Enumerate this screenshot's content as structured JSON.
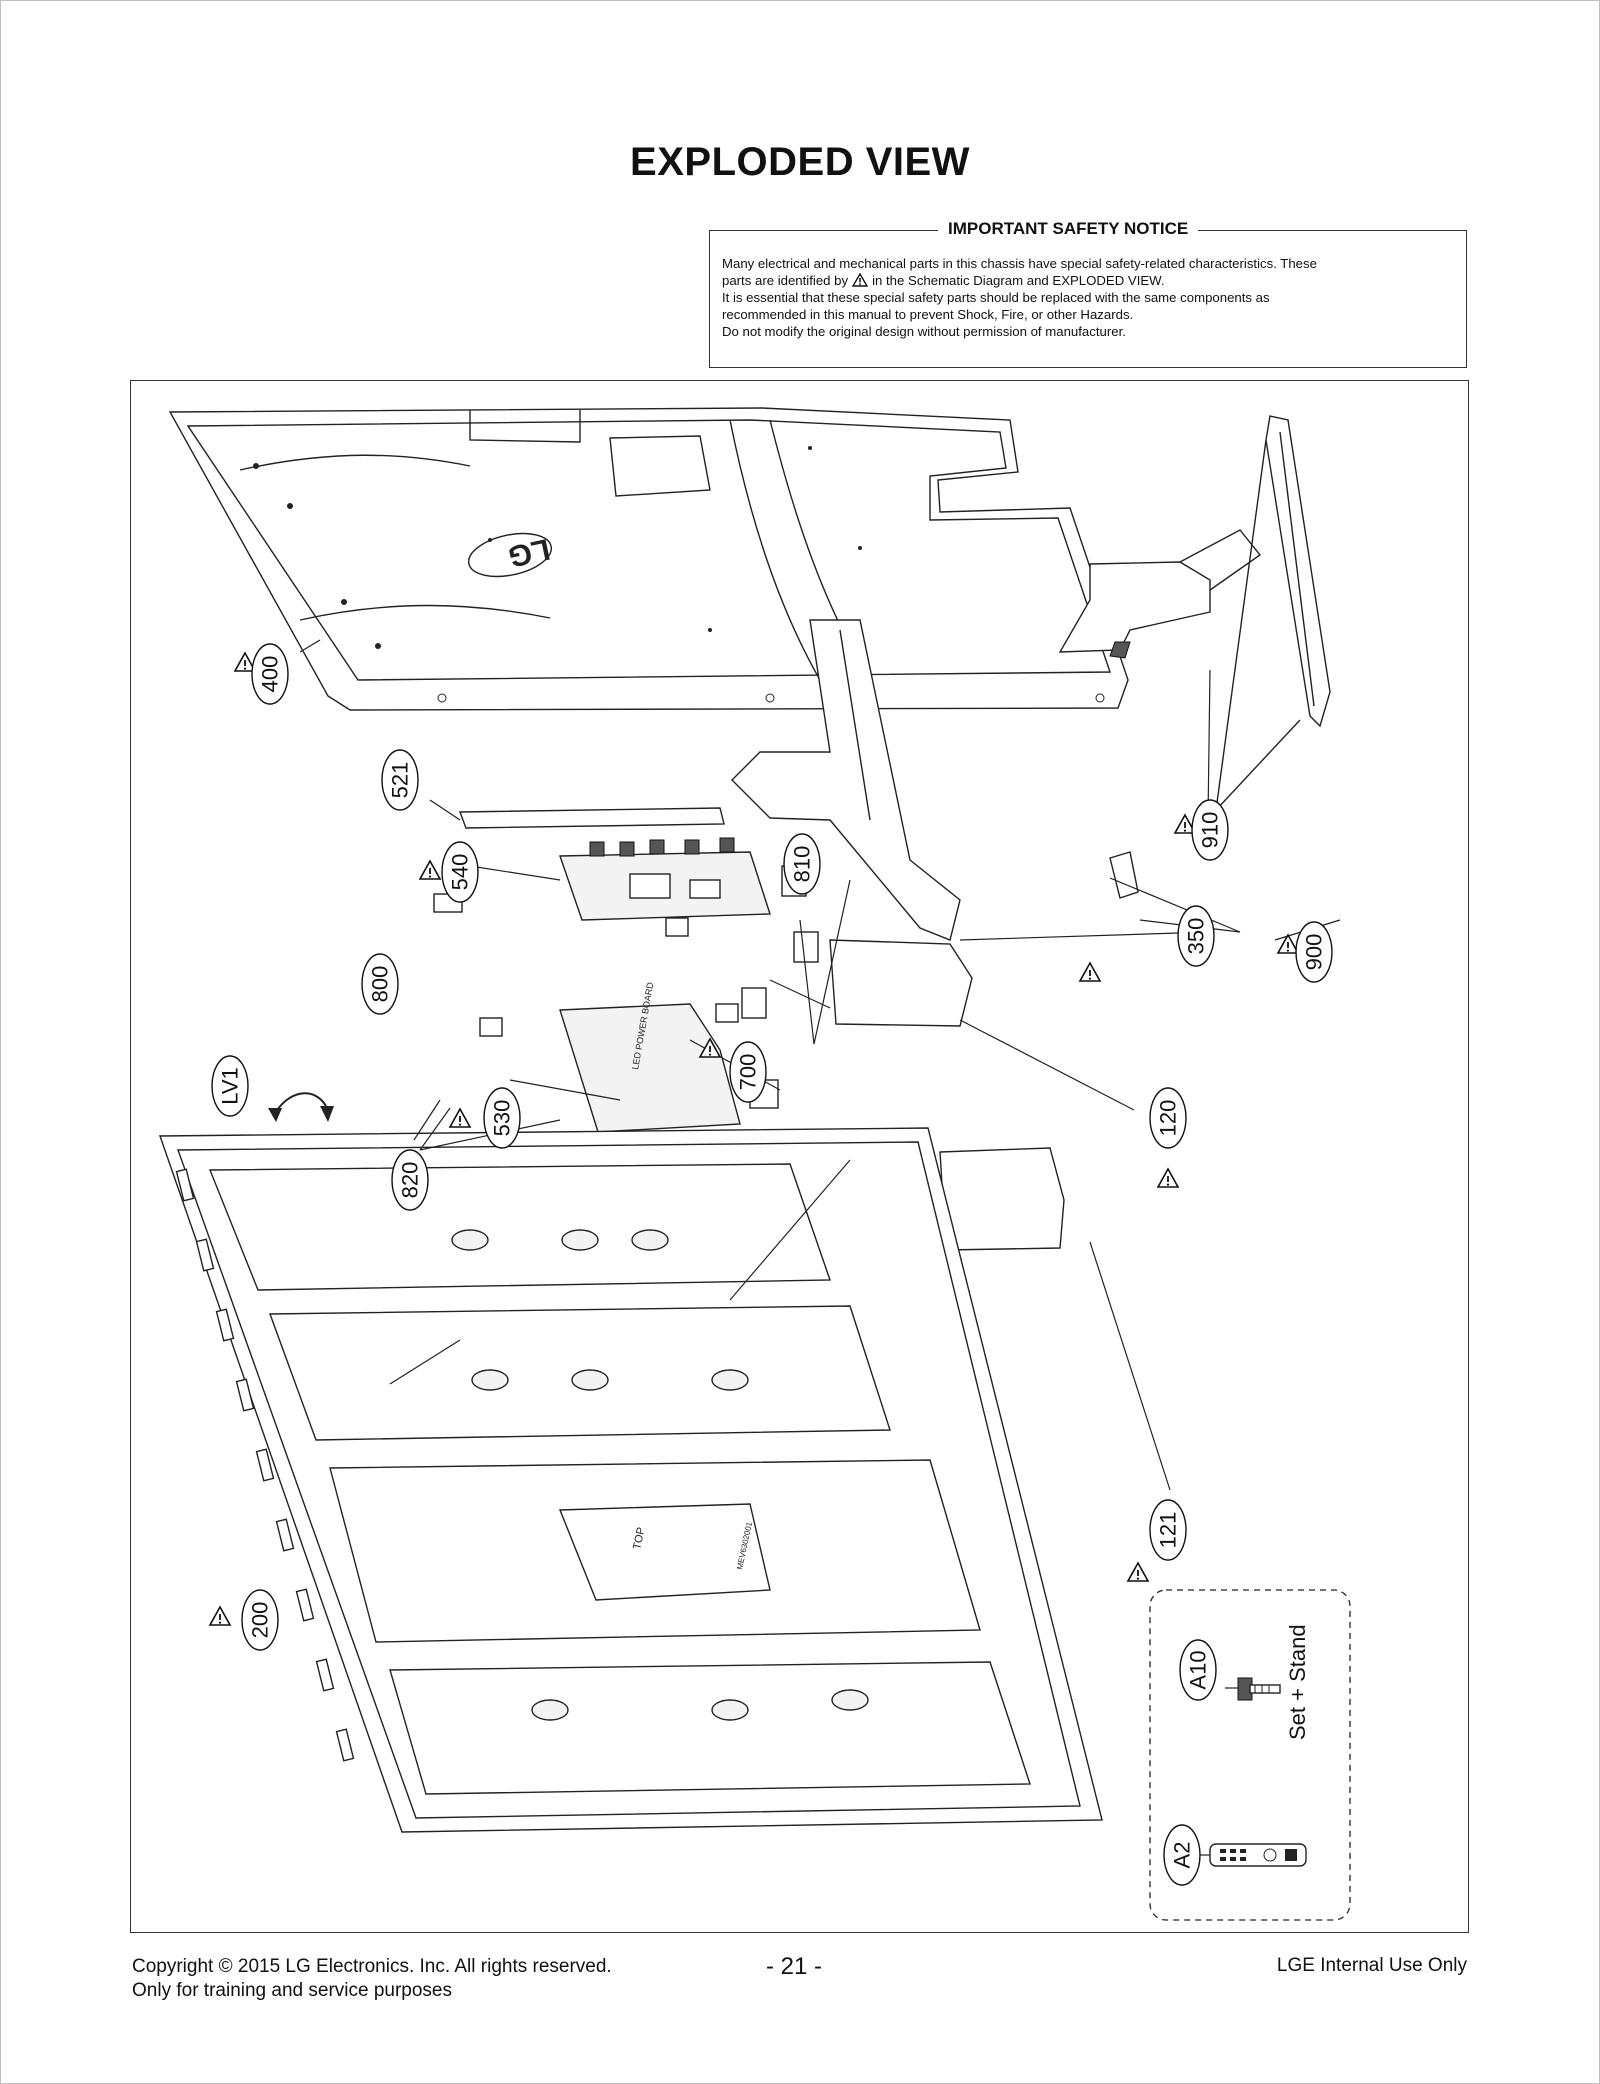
{
  "page": {
    "title": "EXPLODED VIEW"
  },
  "safety_notice": {
    "heading": "IMPORTANT SAFETY NOTICE",
    "line1": "Many electrical and mechanical parts in this chassis have special safety-related characteristics. These",
    "line2_before": "parts are identified by",
    "line2_after": "in the Schematic Diagram and EXPLODED VIEW.",
    "line3": "It is essential that these special safety parts should be replaced with the same components as",
    "line4": "recommended in this manual to prevent Shock, Fire, or other Hazards.",
    "line5": "Do not modify the original design without permission of manufacturer."
  },
  "diagram": {
    "callouts": {
      "c400": "400",
      "c910": "910",
      "c900": "900",
      "c350": "350",
      "c521": "521",
      "c540": "540",
      "c810": "810",
      "c800": "800",
      "c700": "700",
      "c530": "530",
      "c120": "120",
      "cLV1": "LV1",
      "c820": "820",
      "c121": "121",
      "c200": "200",
      "cA10": "A10",
      "cA2": "A2"
    },
    "accessory_label": "Set + Stand",
    "back_cover_logo": "LG",
    "panel_marking": "TOP",
    "psu_marking": "LED POWER BOARD",
    "backlight_marking": "MEV6302001"
  },
  "footer": {
    "copyright": "Copyright  © 2015 LG Electronics. Inc. All rights reserved.",
    "purpose": "Only for training and service purposes",
    "page_number": "- 21 -",
    "internal": "LGE Internal Use Only"
  }
}
